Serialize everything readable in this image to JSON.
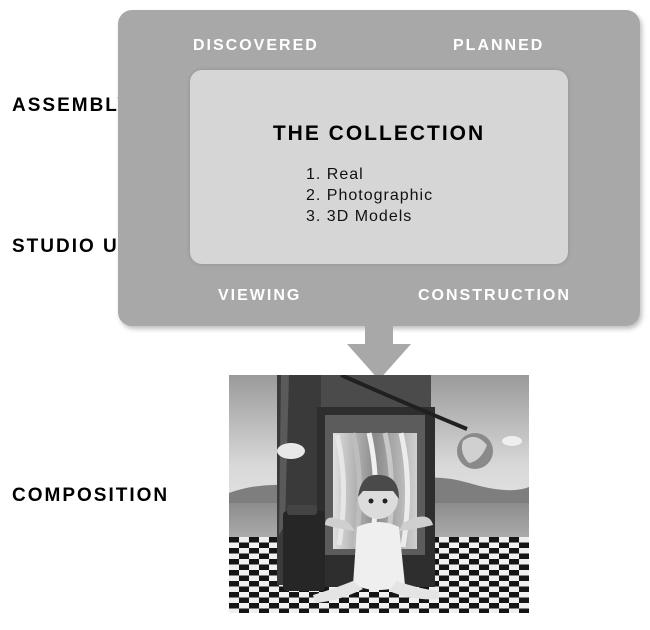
{
  "side_labels": {
    "assembly": "ASSEMBLY",
    "studio_use": "STUDIO USE",
    "composition": "COMPOSITION"
  },
  "corners": {
    "top_left": "DISCOVERED",
    "top_right": "PLANNED",
    "bottom_left": "VIEWING",
    "bottom_right": "CONSTRUCTION"
  },
  "collection": {
    "title": "THE COLLECTION",
    "items": [
      "1. Real",
      "2. Photographic",
      "3. 3D Models"
    ]
  },
  "colors": {
    "outer_box": "#a8a8a8",
    "inner_box": "#d6d6d6",
    "arrow": "#a8a8a8"
  },
  "picture": {
    "description_icon": "surreal-3d-render-image"
  }
}
